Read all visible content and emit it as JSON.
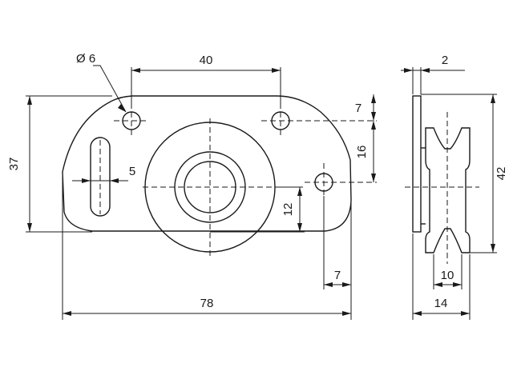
{
  "dimensions": {
    "hole_diameter": "Ø 6",
    "hole_spacing": "40",
    "sheave_thickness": "2",
    "hole_offset_top": "7",
    "overall_height": "37",
    "hole_vertical_spacing": "16",
    "overall_width_side": "42",
    "slot_offset": "5",
    "center_height": "12",
    "hole_offset_right": "7",
    "groove_width": "10",
    "overall_length": "78",
    "overall_depth": "14"
  }
}
